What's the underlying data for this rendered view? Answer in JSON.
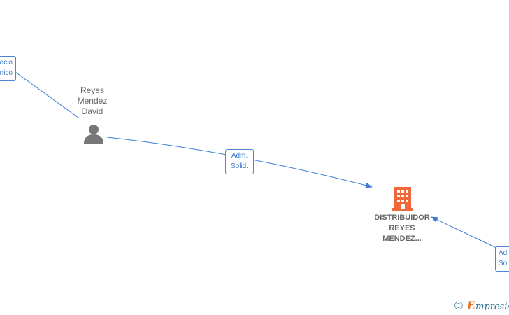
{
  "edges": [
    {
      "label": [
        "ocio",
        "nico"
      ]
    },
    {
      "label": [
        "Adm.",
        "Solid."
      ]
    },
    {
      "label": [
        "Ad",
        "So"
      ]
    }
  ],
  "person": {
    "name": [
      "Reyes",
      "Mendez",
      "David"
    ],
    "icon": "person-icon"
  },
  "company": {
    "name": [
      "DISTRIBUIDOR",
      "REYES",
      "MENDEZ..."
    ],
    "icon": "building-icon"
  },
  "footer": {
    "copyright": "©",
    "brand_first": "E",
    "brand_rest": "mpresia"
  },
  "colors": {
    "edge": "#3a7bd5",
    "label_border": "#4a86d4",
    "person_icon": "#777777",
    "building_icon": "#f0673a",
    "text": "#666666"
  }
}
